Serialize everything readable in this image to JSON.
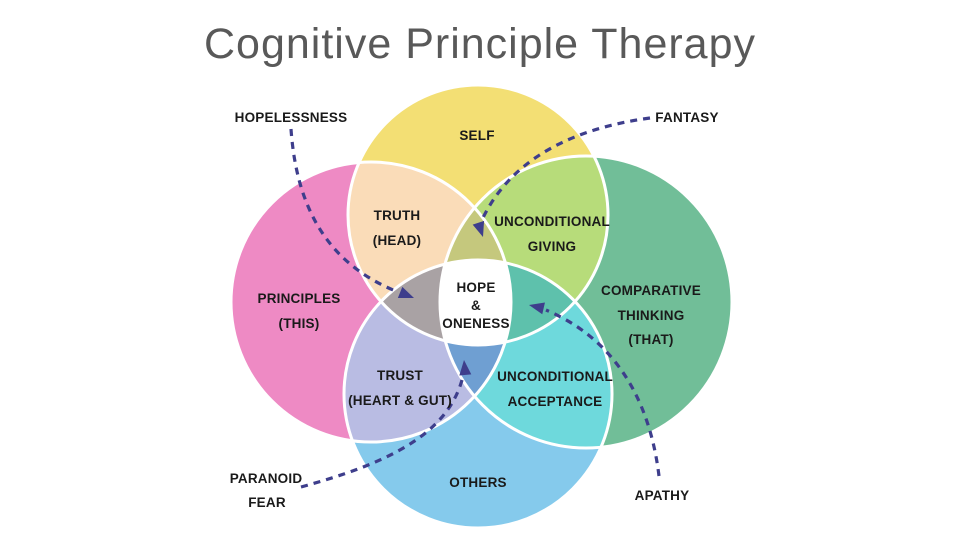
{
  "title": "Cognitive Principle Therapy",
  "style": {
    "title_color": "#595959",
    "label_color": "#1a1a1a",
    "arrow_color": "#3E3E8C",
    "separator_color": "#ffffff"
  },
  "circles": {
    "self": {
      "label": "SELF",
      "color": "#F3DF74"
    },
    "principles": {
      "line1": "PRINCIPLES",
      "line2": "(THIS)",
      "color": "#EE8AC4"
    },
    "comparative": {
      "line1": "COMPARATIVE",
      "line2": "THINKING",
      "line3": "(THAT)",
      "color": "#71BE98"
    },
    "others": {
      "label": "OTHERS",
      "color": "#85CAEC"
    }
  },
  "overlaps": {
    "truth": {
      "line1": "TRUTH",
      "line2": "(HEAD)",
      "color": "#FADCB8"
    },
    "giving": {
      "line1": "UNCONDITIONAL",
      "line2": "GIVING",
      "color": "#B7DC7A"
    },
    "trust": {
      "line1": "TRUST",
      "line2": "(HEART & GUT)",
      "color": "#B9BCE3"
    },
    "acceptance": {
      "line1": "UNCONDITIONAL",
      "line2": "ACCEPTANCE",
      "color": "#6ED9DC"
    },
    "truth_giving": {
      "color": "#C5C87D"
    },
    "truth_trust": {
      "color": "#A9A2A4"
    },
    "giving_accept": {
      "color": "#5EC1AC"
    },
    "trust_accept": {
      "color": "#6F9FD2"
    }
  },
  "center": {
    "line1": "HOPE",
    "line2": "&",
    "line3": "ONENESS",
    "color": "#FFFFFF"
  },
  "annotations": {
    "hopelessness": "HOPELESSNESS",
    "fantasy": "FANTASY",
    "paranoid_line1": "PARANOID",
    "paranoid_line2": "FEAR",
    "apathy": "APATHY"
  }
}
